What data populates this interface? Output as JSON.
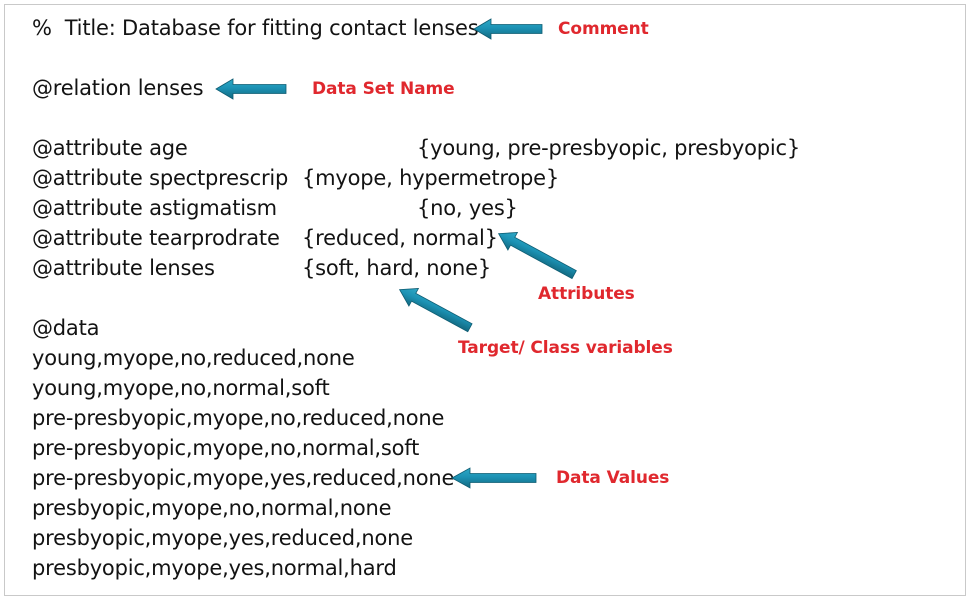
{
  "document": {
    "kind": "arff-file-listing",
    "comment_line": "%  Title: Database for fitting contact lenses",
    "relation_line": "@relation lenses",
    "data_header": "@data"
  },
  "attributes": [
    {
      "declaration": "@attribute age",
      "values": "{young, pre-presbyopic, presbyopic}"
    },
    {
      "declaration": "@attribute spectprescrip",
      "values": "{myope, hypermetrope}"
    },
    {
      "declaration": "@attribute astigmatism",
      "values": "{no, yes}"
    },
    {
      "declaration": "@attribute tearprodrate",
      "values": "{reduced, normal}"
    },
    {
      "declaration": "@attribute lenses",
      "values": "{soft, hard, none}"
    }
  ],
  "data_rows": [
    "young,myope,no,reduced,none",
    "young,myope,no,normal,soft",
    "pre-presbyopic,myope,no,reduced,none",
    "pre-presbyopic,myope,no,normal,soft",
    "pre-presbyopic,myope,yes,reduced,none",
    "presbyopic,myope,no,normal,none",
    "presbyopic,myope,yes,reduced,none",
    "presbyopic,myope,yes,normal,hard"
  ],
  "annotations": [
    {
      "label": "Comment",
      "arrow": "left"
    },
    {
      "label": "Data Set Name",
      "arrow": "left"
    },
    {
      "label": "Attributes",
      "arrow": "diagonal-up-left"
    },
    {
      "label": "Target/ Class variables",
      "arrow": "diagonal-up-left"
    },
    {
      "label": "Data Values",
      "arrow": "left"
    }
  ],
  "colors": {
    "annotation_red": "#E0282E",
    "arrow_teal": "#1C92B4",
    "arrow_teal_dark": "#12687F",
    "text_black": "#131313",
    "page_background": "#FFFFFF",
    "page_border": "#C9C9C9"
  }
}
